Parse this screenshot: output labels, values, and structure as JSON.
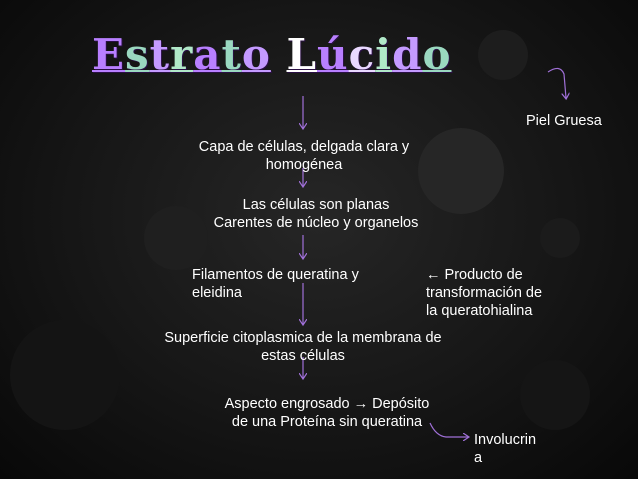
{
  "title": {
    "text": "Estrato Lúcido",
    "letter_colors": [
      "#b87fff",
      "#9ad8c0",
      "#c49aff",
      "#b0e8c8",
      "#b87fff",
      "#9ad8c0",
      "#c49aff",
      "#ffffff",
      "#b87fff",
      "#e9d8ff",
      "#b0e8c8",
      "#c49aff",
      "#9ad8c0",
      "#b87fff"
    ],
    "underlined": true
  },
  "labels": {
    "piel": "Piel Gruesa",
    "capa_1": "Capa de células, delgada clara y",
    "capa_2": "homogénea",
    "planas_1": "Las células son planas",
    "planas_2": "Carentes de núcleo y organelos",
    "filamentos_1": "Filamentos de queratina y",
    "filamentos_2": "eleidina",
    "producto_1": "← Producto de",
    "producto_2": "transformación de",
    "producto_3": "la queratohialina",
    "superficie_1": "Superficie citoplasmica de la membrana de",
    "superficie_2": "estas células",
    "aspecto_1": "Aspecto engrosado → Depósito",
    "aspecto_2": "de una Proteína sin queratina",
    "involucrin_1": "Involucrin",
    "involucrin_2": "a"
  },
  "colors": {
    "arrow": "#a070d8",
    "text": "#ffffff",
    "background": "#1a1a1a"
  }
}
